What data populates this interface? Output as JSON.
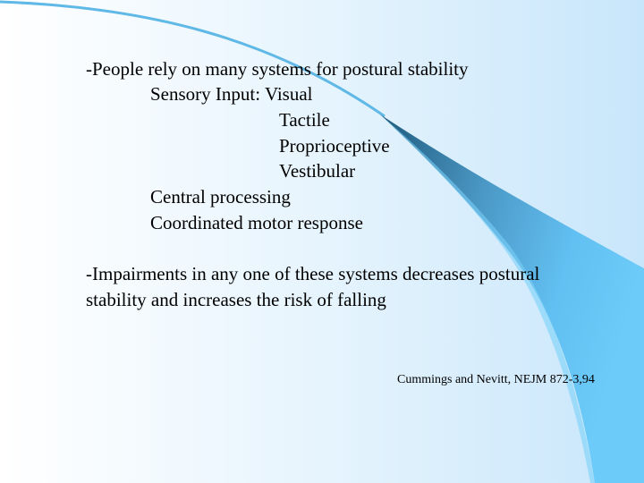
{
  "slide": {
    "bullet1": {
      "heading": "-People rely on many systems for postural stability",
      "sensory_label": "Sensory Input: Visual",
      "sensory_items": [
        "Tactile",
        "Proprioceptive",
        "Vestibular"
      ],
      "other_items": [
        "Central processing",
        "Coordinated motor response"
      ]
    },
    "bullet2": {
      "line1": "-Impairments in any one of these systems decreases postural",
      "line2": "stability and increases the risk of falling"
    },
    "citation": "Cummings and Nevitt, NEJM 872-3,94"
  },
  "colors": {
    "background_left": "#ffffff",
    "background_right": "#c8e6fb",
    "swoosh_dark": "#2f6f93",
    "swoosh_light": "#66c6f6",
    "arc_line": "#5fb8e6"
  }
}
